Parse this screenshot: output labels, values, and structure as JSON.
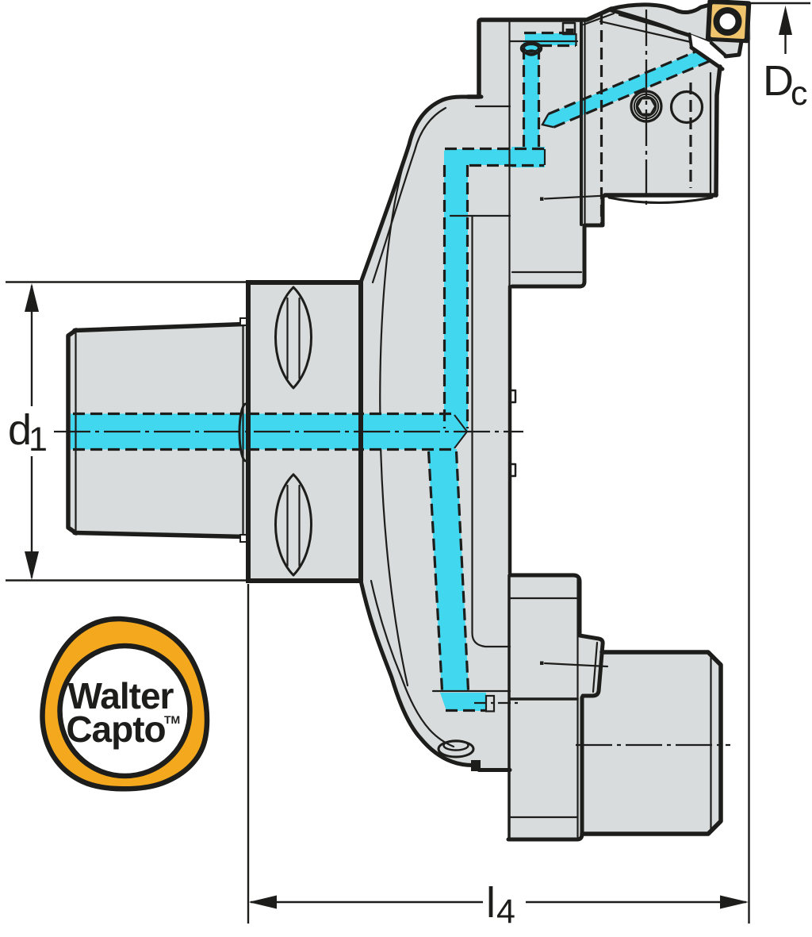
{
  "title": "Walter Capto tool holder cross-section diagram",
  "colors": {
    "body_gray": "#d9dcdc",
    "coolant_cyan": "#41d7ef",
    "insert_tan": "#f0c36d",
    "logo_orange": "#f4a81d",
    "line_black": "#1d1d1b",
    "background": "#ffffff"
  },
  "dimensions": {
    "d1": {
      "symbol": "d",
      "subscript": "1"
    },
    "l4": {
      "symbol": "l",
      "subscript": "4"
    },
    "dc": {
      "symbol": "D",
      "subscript": "c"
    }
  },
  "logo": {
    "line1": "Walter",
    "line2": "Capto",
    "trademark": "TM"
  }
}
